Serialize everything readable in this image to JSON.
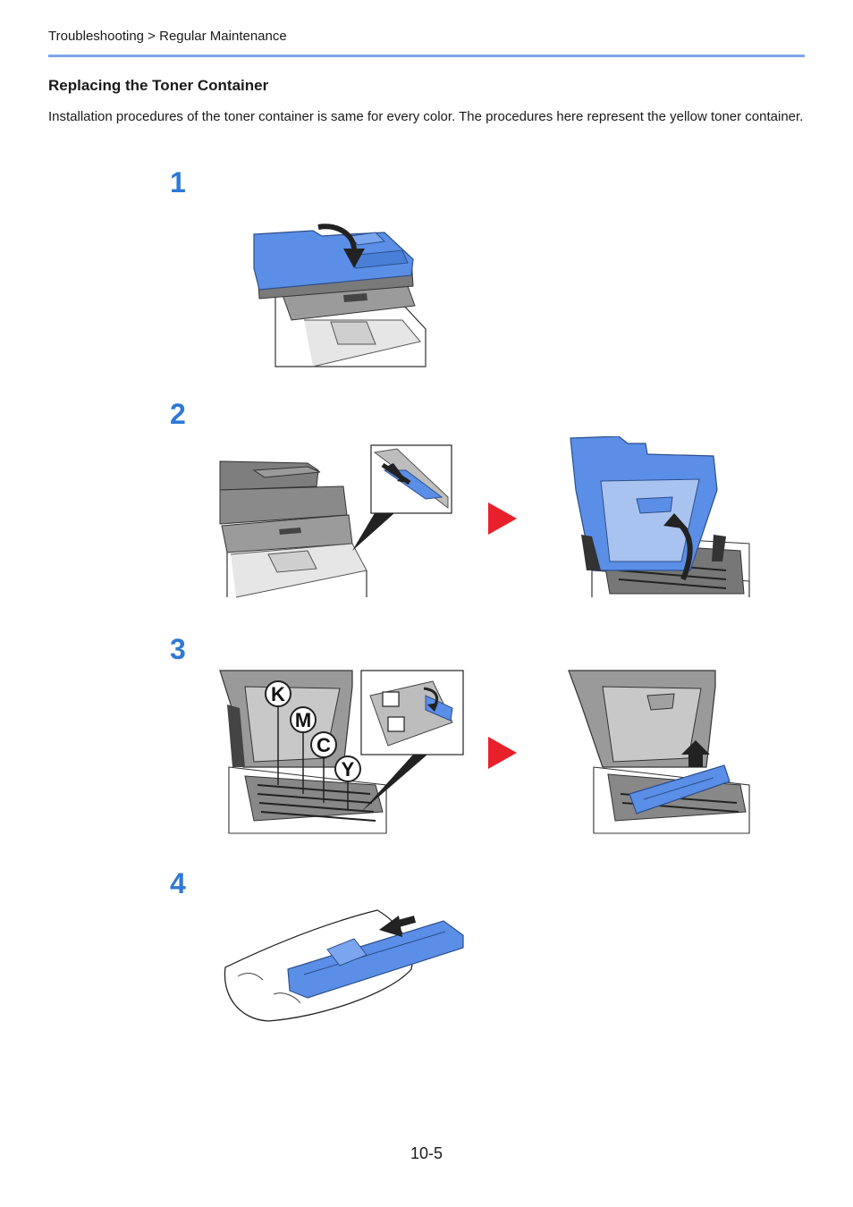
{
  "header": {
    "breadcrumb": "Troubleshooting > Regular Maintenance",
    "rule_color": "#7ea6e8"
  },
  "section": {
    "title": "Replacing the Toner Container",
    "intro": "Installation procedures of the toner container is same for every color. The procedures here represent the yellow toner container."
  },
  "steps": [
    {
      "number": "1"
    },
    {
      "number": "2"
    },
    {
      "number": "3"
    },
    {
      "number": "4"
    }
  ],
  "toner_labels": [
    "K",
    "M",
    "C",
    "Y"
  ],
  "colors": {
    "accent_blue": "#2f78d6",
    "part_blue": "#5b8ee6",
    "arrow_red": "#e8202a"
  },
  "footer": {
    "page_number": "10-5"
  }
}
